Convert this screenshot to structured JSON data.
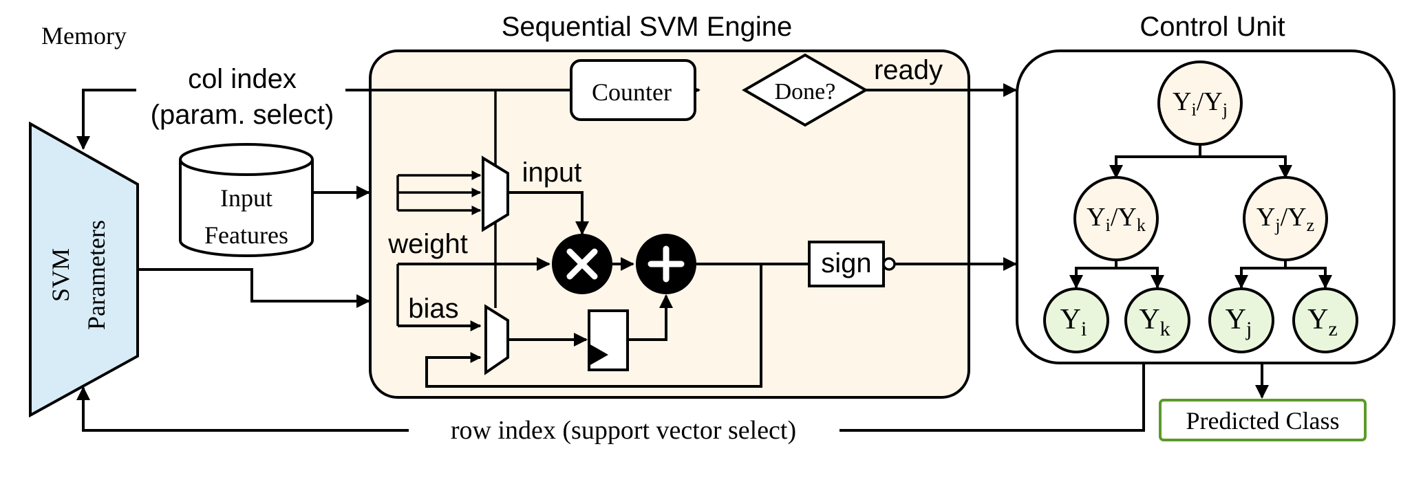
{
  "labels": {
    "memory": "Memory",
    "engine_title": "Sequential SVM Engine",
    "control_title": "Control Unit",
    "col_index_1": "col index",
    "col_index_2": "(param. select)",
    "svm_params_1": "SVM",
    "svm_params_2": "Parameters",
    "input_features_1": "Input",
    "input_features_2": "Features",
    "counter": "Counter",
    "done": "Done?",
    "ready": "ready",
    "input": "input",
    "weight": "weight",
    "bias": "bias",
    "sign": "sign",
    "row_index": "row index (support vector select)",
    "predicted_class": "Predicted Class"
  },
  "tree": {
    "root": {
      "base1": "Y",
      "sub1": "i",
      "sep": "/",
      "base2": "Y",
      "sub2": "j"
    },
    "left": {
      "base1": "Y",
      "sub1": "i",
      "sep": "/",
      "base2": "Y",
      "sub2": "k"
    },
    "right": {
      "base1": "Y",
      "sub1": "j",
      "sep": "/",
      "base2": "Y",
      "sub2": "z"
    },
    "leaves": [
      {
        "base": "Y",
        "sub": "i"
      },
      {
        "base": "Y",
        "sub": "k"
      },
      {
        "base": "Y",
        "sub": "j"
      },
      {
        "base": "Y",
        "sub": "z"
      }
    ]
  },
  "colors": {
    "engine_fill": "#fdf6e9",
    "node_fill": "#fdf6e9",
    "leaf_fill": "#e9f6dc",
    "svm_fill": "#d8ecf8",
    "predicted_border": "#5b9a2b"
  }
}
